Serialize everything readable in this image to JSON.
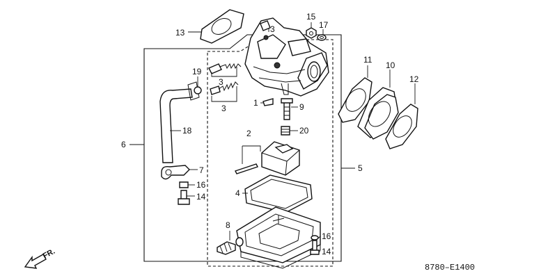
{
  "diagram": {
    "code": "8780–E1400",
    "direction": "FR.",
    "callouts": {
      "c1": "1",
      "c2": "2",
      "c3a": "3",
      "c3b": "3",
      "c3c": "3",
      "c4": "4",
      "c5": "5",
      "c6": "6",
      "c7": "7",
      "c8": "8",
      "c9": "9",
      "c10": "10",
      "c11": "11",
      "c12": "12",
      "c13": "13",
      "c14a": "14",
      "c14b": "14",
      "c15": "15",
      "c16a": "16",
      "c16b": "16",
      "c17": "17",
      "c18": "18",
      "c19": "19",
      "c20": "20"
    }
  }
}
